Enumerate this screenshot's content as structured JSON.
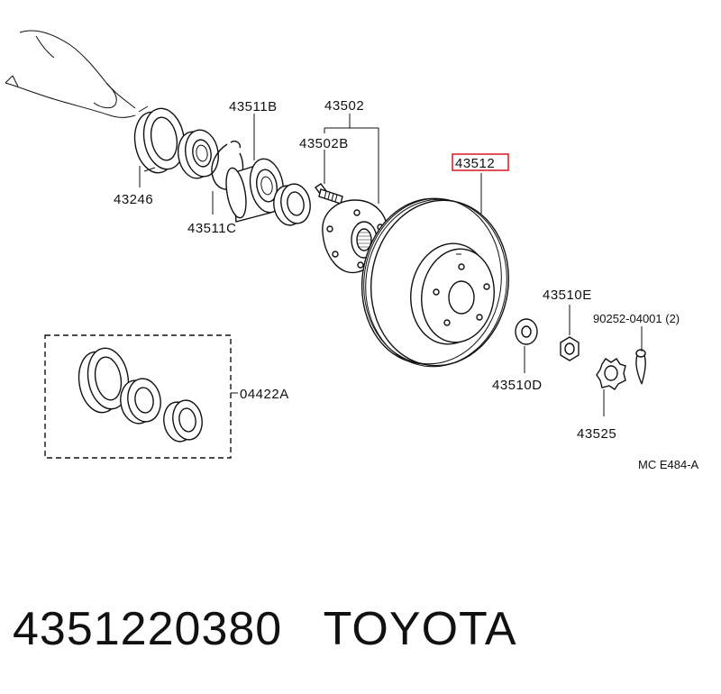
{
  "parts": {
    "p43246": "43246",
    "p43511B": "43511B",
    "p43511C": "43511C",
    "p43502": "43502",
    "p43502B": "43502B",
    "p43512": "43512",
    "p43510E": "43510E",
    "p43510D": "43510D",
    "p90252": "90252-04001 (2)",
    "p43525": "43525",
    "p04422A": "04422A"
  },
  "diagram_code": "MC E484-A",
  "caption": {
    "part_number": "4351220380",
    "brand": "TOYOTA"
  },
  "highlight_color": "#d9262c"
}
